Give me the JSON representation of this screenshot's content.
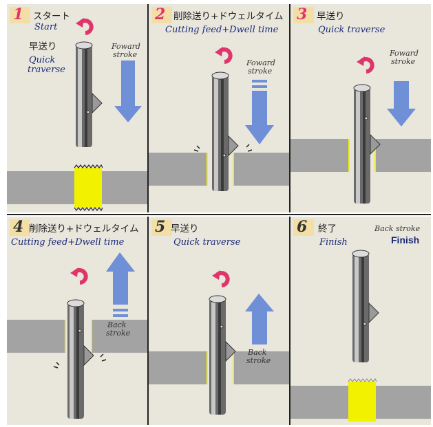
{
  "panels": [
    {
      "num": "1",
      "title_jp": "スタート",
      "title_en": "Start",
      "mode_jp": "早送り",
      "mode_en_1": "Quick",
      "mode_en_2": "traverse",
      "stroke_1": "Foward",
      "stroke_2": "stroke"
    },
    {
      "num": "2",
      "title_jp": "削除送り+ドウェルタイム",
      "title_en": "Cutting feed+Dwell time",
      "stroke_1": "Foward",
      "stroke_2": "stroke"
    },
    {
      "num": "3",
      "title_jp": "早送り",
      "title_en": "Quick traverse",
      "stroke_1": "Foward",
      "stroke_2": "stroke"
    },
    {
      "num": "4",
      "title_jp": "削除送り+ドウェルタイム",
      "title_en": "Cutting feed+Dwell time",
      "stroke_1": "Back",
      "stroke_2": "stroke"
    },
    {
      "num": "5",
      "title_jp": "早送り",
      "title_en": "Quick traverse",
      "stroke_1": "Back",
      "stroke_2": "stroke"
    },
    {
      "num": "6",
      "title_jp": "終了",
      "title_en": "Finish",
      "stroke_top": "Back stroke",
      "stroke_finish": "Finish"
    }
  ],
  "colors": {
    "accent": "#e0356b",
    "arrow": "#6f8fd6",
    "chip": "#f0f000",
    "workpiece": "#a3a3a3",
    "background": "#e9e6dc"
  }
}
